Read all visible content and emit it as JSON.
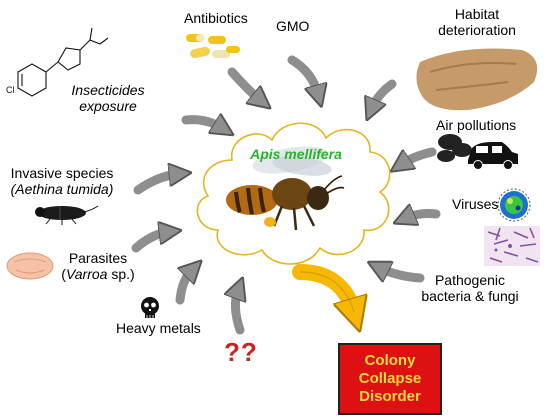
{
  "center": {
    "title": "Apis mellifera"
  },
  "labels": {
    "antibiotics": "Antibiotics",
    "gmo": "GMO",
    "habitat_1": "Habitat",
    "habitat_2": "deterioration",
    "insecticides_1": "Insecticides",
    "insecticides_2": "exposure",
    "air": "Air pollutions",
    "invasive_1": "Invasive species",
    "invasive_2": "(Aethina tumida)",
    "viruses": "Viruses",
    "parasites_1": "Parasites",
    "parasites_2a": "(",
    "parasites_2b": "Varroa",
    "parasites_2c": " sp.)",
    "pathogenic_1": "Pathogenic",
    "pathogenic_2": "bacteria & fungi",
    "heavy": "Heavy metals",
    "unknown": "??"
  },
  "outcome": {
    "line1": "Colony",
    "line2": "Collapse",
    "line3": "Disorder"
  },
  "colors": {
    "arrow": "#8e8e8e",
    "cloud_stroke": "#e6b422",
    "title": "#27b42a",
    "outcome_bg": "#dd1111",
    "outcome_text": "#ffd83a",
    "big_arrow": "#f6b800"
  }
}
